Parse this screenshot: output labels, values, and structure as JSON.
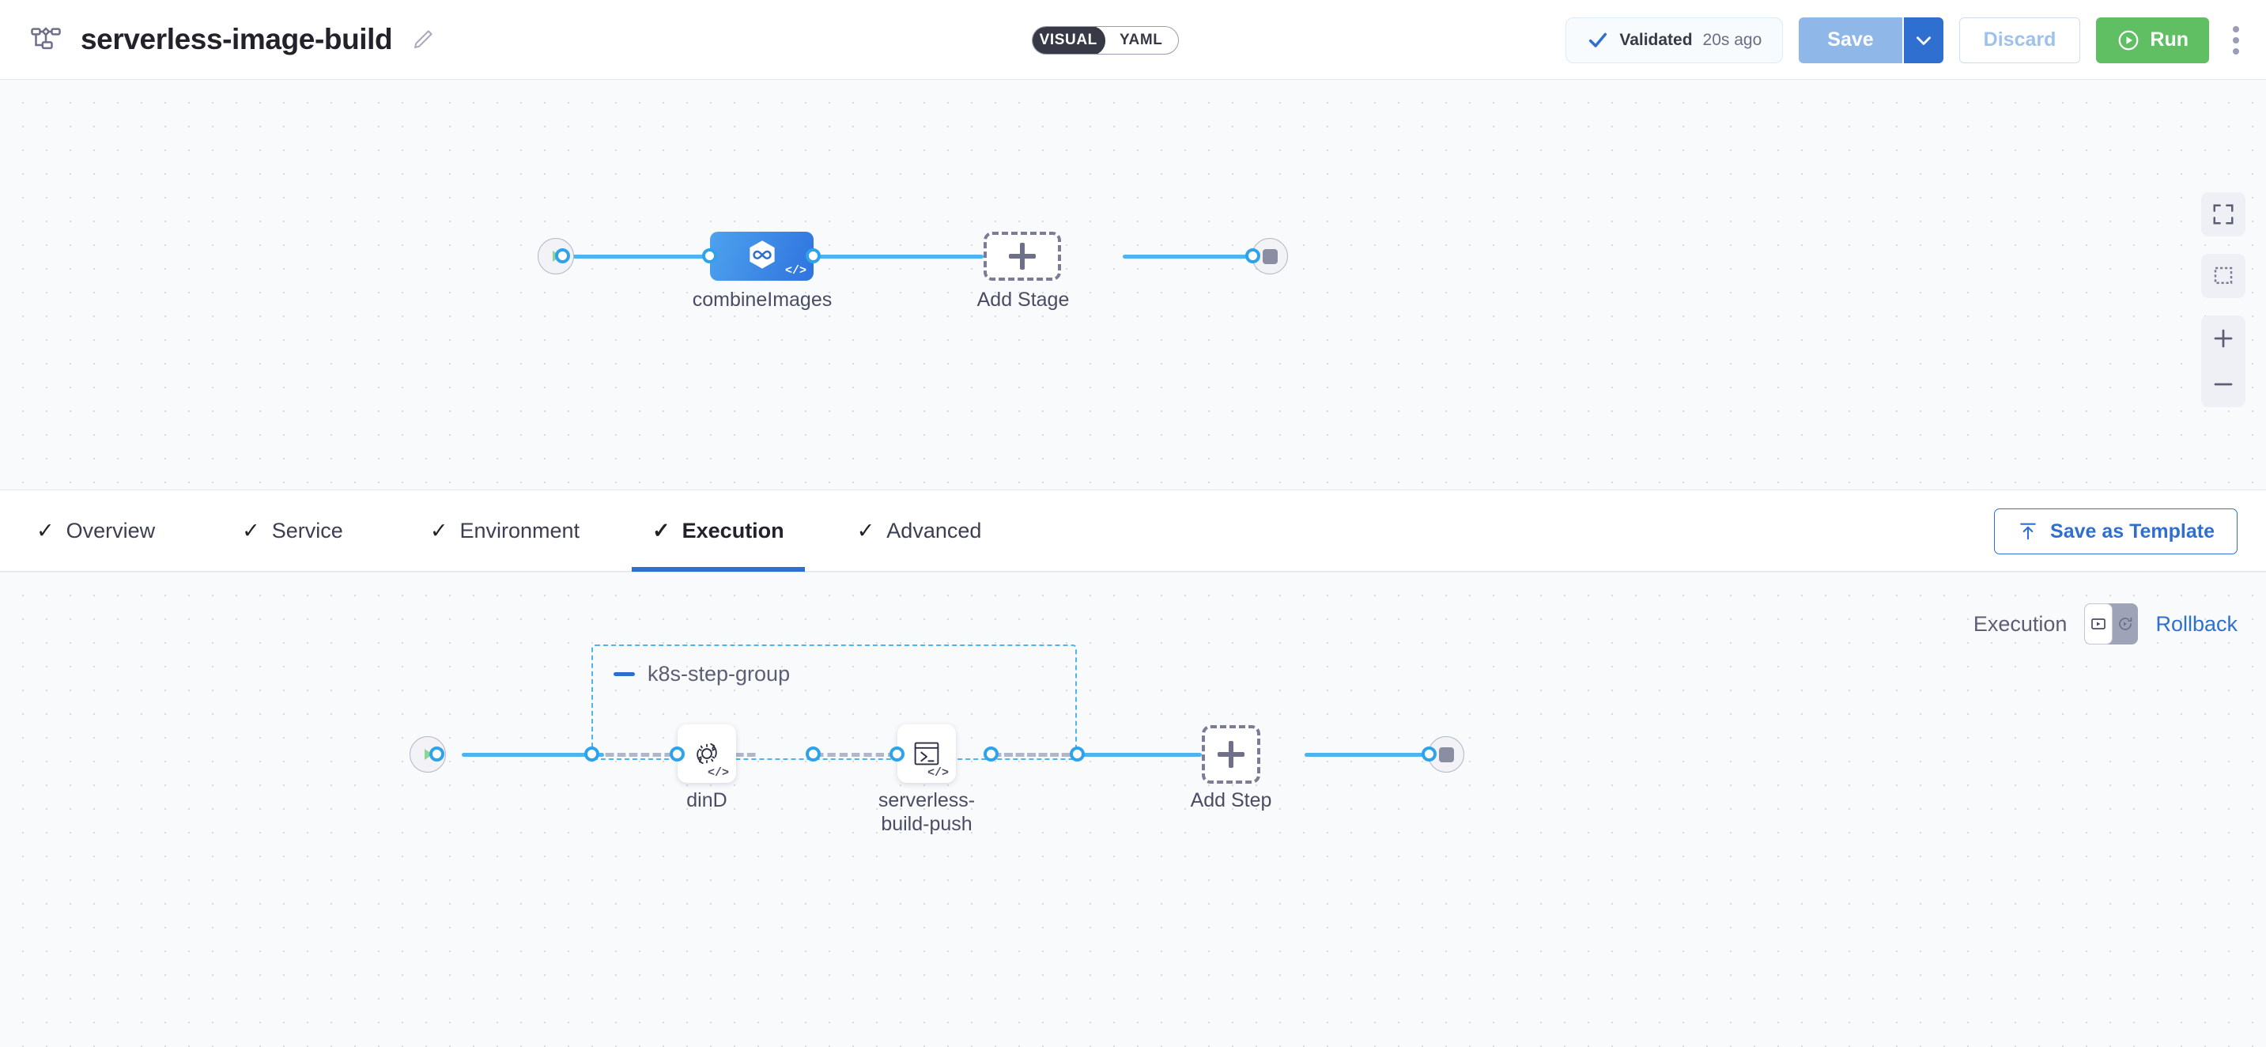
{
  "header": {
    "pipeline_icon": "pipeline-flow-icon",
    "title": "serverless-image-build",
    "edit_icon": "pencil-icon",
    "view_toggle": {
      "visual": "VISUAL",
      "yaml": "YAML",
      "selected": "VISUAL"
    },
    "validated": {
      "icon": "check-icon",
      "label": "Validated",
      "time": "20s ago"
    },
    "save": {
      "label": "Save",
      "caret_icon": "chevron-down-icon"
    },
    "discard": {
      "label": "Discard"
    },
    "run": {
      "label": "Run",
      "icon": "play-circle-icon"
    },
    "more_icon": "kebab-menu-icon"
  },
  "stage_canvas": {
    "start_node": {
      "icon": "play-icon"
    },
    "stage": {
      "label": "combineImages",
      "icon": "ci-infinity-hexagon-icon",
      "badge": "</>"
    },
    "add_stage": {
      "label": "Add Stage",
      "icon": "plus-icon"
    },
    "end_node": {
      "icon": "stop-icon"
    },
    "controls": [
      {
        "name": "fit-to-screen",
        "icon": "expand-corners-icon"
      },
      {
        "name": "selection-tool",
        "icon": "marquee-select-icon"
      },
      {
        "name": "zoom-in",
        "icon": "plus-icon"
      },
      {
        "name": "zoom-out",
        "icon": "minus-icon"
      }
    ]
  },
  "tabs": [
    {
      "label": "Overview",
      "check": "✓",
      "active": false
    },
    {
      "label": "Service",
      "check": "✓",
      "active": false
    },
    {
      "label": "Environment",
      "check": "✓",
      "active": false
    },
    {
      "label": "Execution",
      "check": "✓",
      "active": true
    },
    {
      "label": "Advanced",
      "check": "✓",
      "active": false
    }
  ],
  "save_as_template": {
    "label": "Save as Template",
    "icon": "upload-template-icon"
  },
  "exec_rollback": {
    "execution_label": "Execution",
    "rollback_label": "Rollback",
    "execution_icon": "execution-play-box-icon",
    "rollback_icon": "rollback-rotate-icon",
    "selected": "Execution"
  },
  "step_canvas": {
    "start_node": {
      "icon": "play-icon"
    },
    "group": {
      "title": "k8s-step-group",
      "collapse_icon": "minus-icon"
    },
    "steps": [
      {
        "label": "dinD",
        "icon": "gear-rotate-icon",
        "badge": "</>"
      },
      {
        "label_line1": "serverless-",
        "label_line2": "build-push",
        "icon": "terminal-icon",
        "badge": "</>"
      }
    ],
    "add_step": {
      "label": "Add Step",
      "icon": "plus-icon"
    },
    "end_node": {
      "icon": "stop-icon"
    }
  },
  "colors": {
    "accent_blue": "#2f6fd0",
    "connector_blue": "#4db4f0",
    "run_green": "#5fbf62",
    "canvas_bg": "#f8fafc",
    "dark": "#22222a"
  }
}
